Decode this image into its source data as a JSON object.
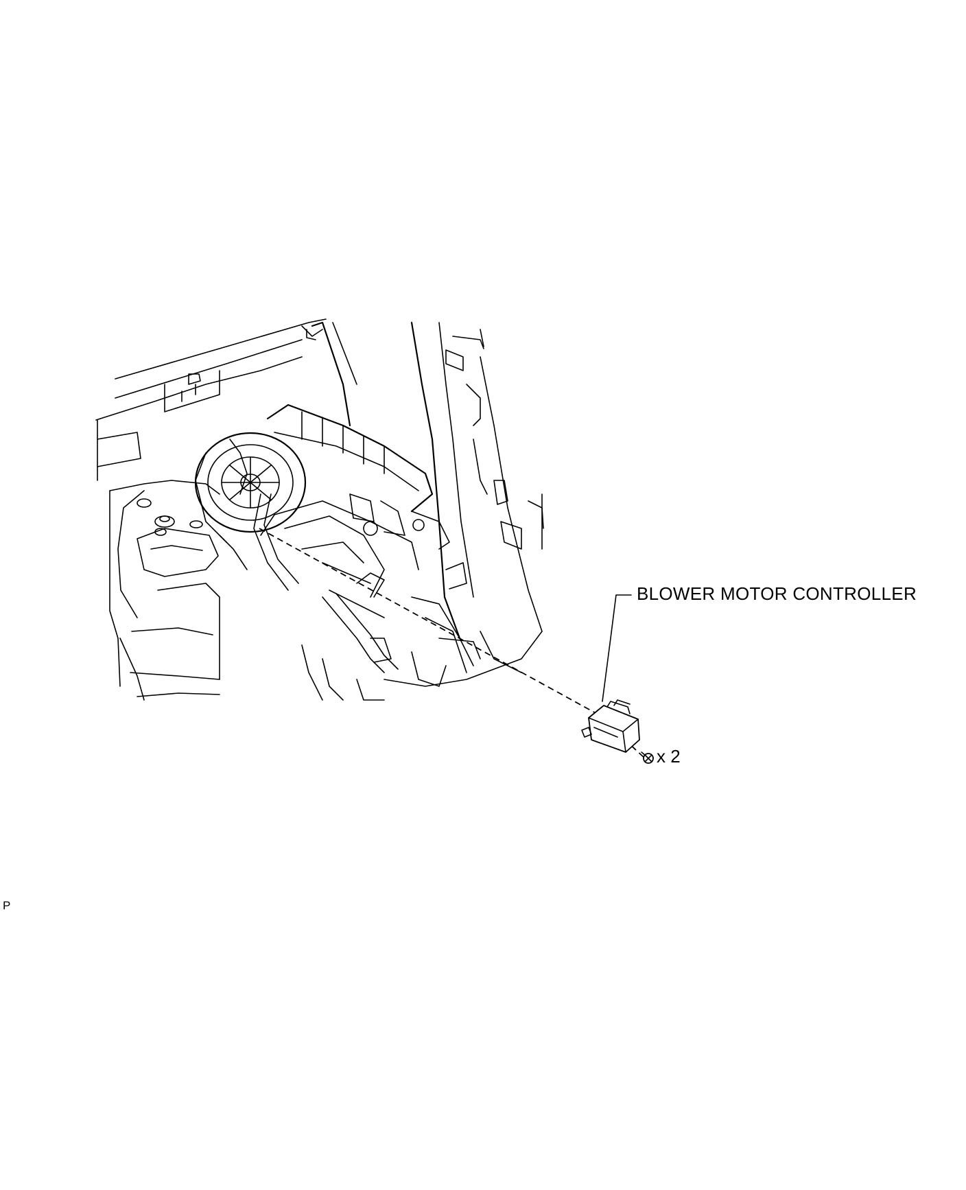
{
  "callout": {
    "part_label": "BLOWER MOTOR CONTROLLER",
    "quantity_label": "x 2"
  },
  "page_marker": "P",
  "icons": {
    "engine_bay": "engine-bay-illustration",
    "controller": "blower-motor-controller-icon",
    "screw": "screw-icon"
  }
}
